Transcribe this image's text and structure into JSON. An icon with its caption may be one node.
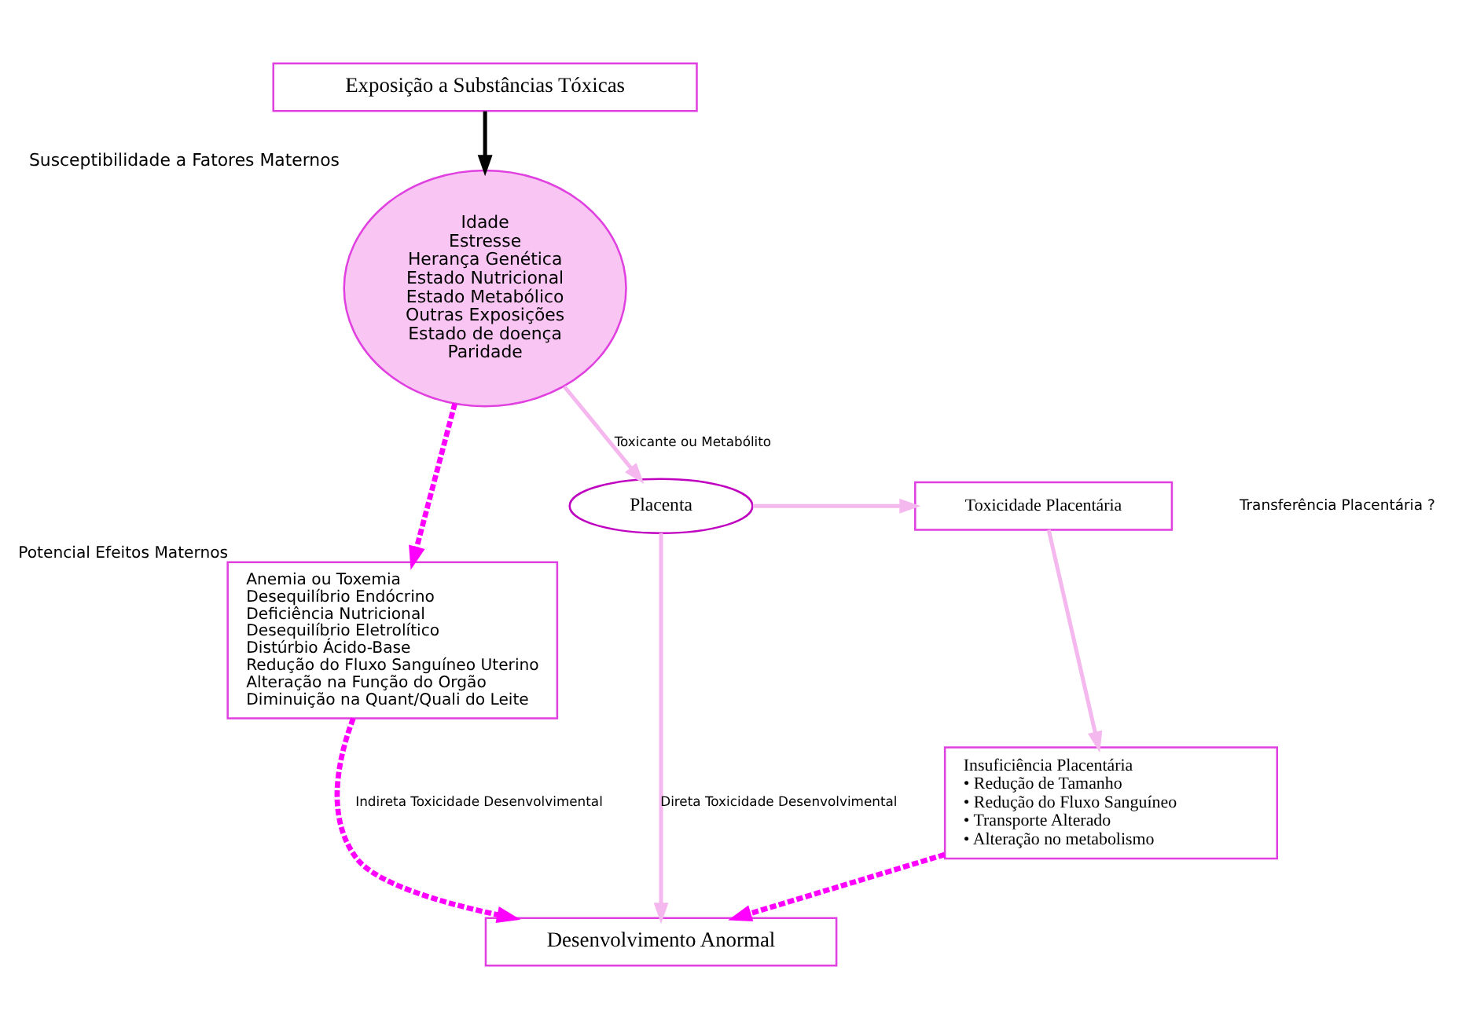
{
  "diagram": {
    "nodes": [
      {
        "text": [
          "Exposição a Substâncias Tóxicas"
        ]
      },
      {
        "text": [
          "Idade",
          "Estresse",
          "Herança Genética",
          "Estado Nutricional",
          "Estado Metabólico",
          "Outras Exposições",
          "Estado de doença",
          "Paridade"
        ],
        "beside": [
          "Susceptibilidade a Fatores Maternos"
        ]
      },
      {
        "text": [
          "Anemia ou Toxemia",
          "Desequilíbrio Endócrino",
          "Deficiência Nutricional",
          "Desequilíbrio Eletrolítico",
          "Distúrbio Ácido-Base",
          "Redução do Fluxo Sanguíneo Uterino",
          "Alteração na Função do Orgão",
          "Diminuição na Quant/Quali do Leite"
        ],
        "beside": [
          "Potencial Efeitos Maternos"
        ]
      },
      {
        "text": [
          "Placenta"
        ]
      },
      {
        "text": [
          "Toxicidade Placentária"
        ]
      },
      {
        "text": [
          "Insuficiência Placentária",
          "• Redução de Tamanho",
          "• Redução do Fluxo Sanguíneo",
          "• Transporte Alterado",
          "• Alteração no metabolismo"
        ]
      },
      {
        "text": [
          "Desenvolvimento Anormal"
        ]
      }
    ],
    "edges": [
      {
        "from": 0,
        "to": 1,
        "arrow": "to",
        "color": "#000000"
      },
      {
        "from": 1,
        "to": 2,
        "arrow": "to",
        "style": "dashed",
        "color": "#ff00ff"
      },
      {
        "from": 1,
        "to": 3,
        "arrow": "to",
        "label": "Toxicante ou Metabólito",
        "color": "#f5b8ee"
      },
      {
        "from": 3,
        "to": 4,
        "arrow": "to",
        "color": "#f5b8ee"
      },
      {
        "from": 4,
        "to": 5,
        "arrow": "to",
        "color": "#f5b8ee"
      },
      {
        "from": 3,
        "to": 6,
        "arrow": "to",
        "label": "Direta Toxicidade Desenvolvimental",
        "color": "#f5b8ee"
      },
      {
        "from": 5,
        "to": 6,
        "arrow": "to",
        "style": "dashed",
        "color": "#ff00ff"
      },
      {
        "from": 2,
        "to": 6,
        "arrow": "to",
        "label": "Indireta Toxicidade Desenvolvimental",
        "style": "dashed",
        "color": "#ff00ff"
      }
    ],
    "labels": [
      "Transferência Placentária ?"
    ]
  }
}
